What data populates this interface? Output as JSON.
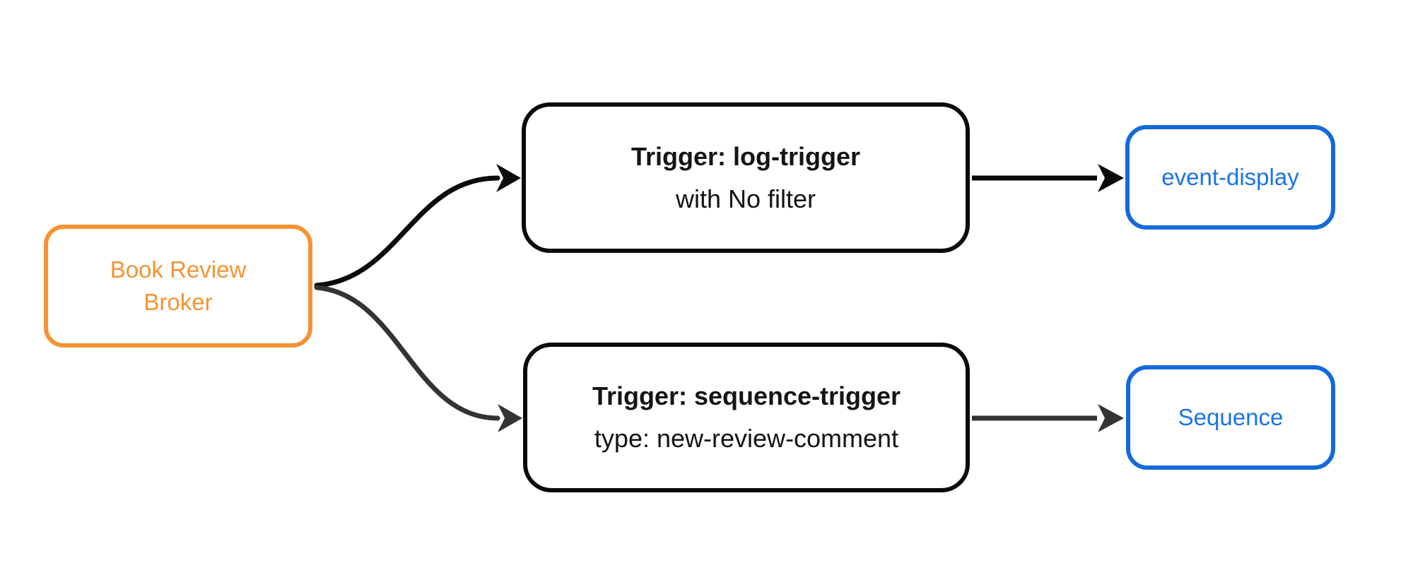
{
  "diagram": {
    "type": "flowchart",
    "background_color": "#ffffff",
    "nodes": {
      "broker": {
        "line1": "Book Review",
        "line2": "Broker",
        "border_color": "#F59333",
        "text_color": "#F59333"
      },
      "log_trigger": {
        "title": "Trigger: log-trigger",
        "subtitle": "with No filter",
        "border_color": "#0b0b0b",
        "text_color": "#141414"
      },
      "sequence_trigger": {
        "title": "Trigger: sequence-trigger",
        "subtitle": "type: new-review-comment",
        "border_color": "#0b0b0b",
        "text_color": "#141414"
      },
      "event_display": {
        "label": "event-display",
        "border_color": "#1569D8",
        "text_color": "#1B74E3"
      },
      "sequence": {
        "label": "Sequence",
        "border_color": "#1569D8",
        "text_color": "#1B74E3"
      }
    },
    "edges": [
      {
        "id": "broker-to-log-trigger",
        "from": "broker",
        "to": "log_trigger",
        "color": "#0b0b0b"
      },
      {
        "id": "broker-to-sequence-trigger",
        "from": "broker",
        "to": "sequence_trigger",
        "color": "#333333"
      },
      {
        "id": "log-trigger-to-event-display",
        "from": "log_trigger",
        "to": "event_display",
        "color": "#0b0b0b"
      },
      {
        "id": "sequence-trigger-to-sequence",
        "from": "sequence_trigger",
        "to": "sequence",
        "color": "#333333"
      }
    ]
  }
}
